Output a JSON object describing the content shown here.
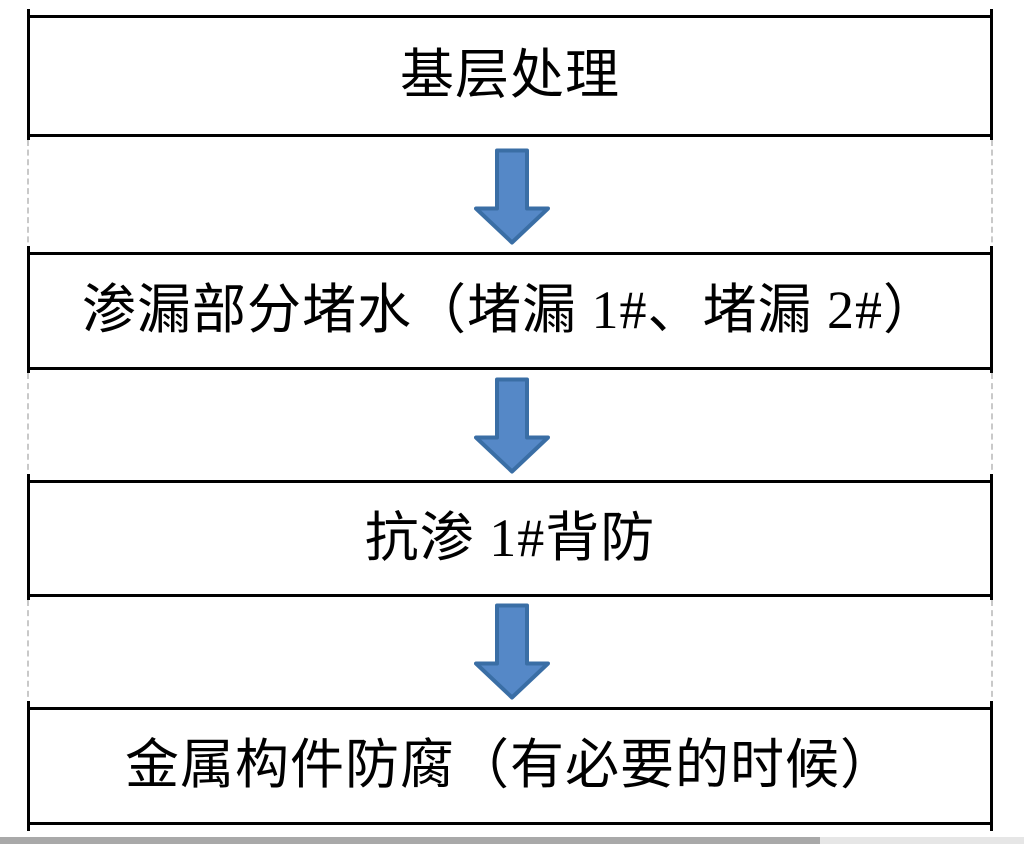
{
  "flowchart": {
    "steps": [
      {
        "label": "基层处理"
      },
      {
        "label": "渗漏部分堵水（堵漏 1#、堵漏 2#）"
      },
      {
        "label": "抗渗 1#背防"
      },
      {
        "label": "金属构件防腐（有必要的时候）"
      }
    ],
    "connector": "down-arrow"
  },
  "colors": {
    "arrow_fill": "#5588c7",
    "arrow_stroke": "#3a6ea5",
    "box_border": "#000000",
    "gridline": "#c9c9c9",
    "text": "#000000",
    "scrollbar_thumb": "#a9a9a9",
    "scrollbar_track": "#e6e6e6"
  }
}
